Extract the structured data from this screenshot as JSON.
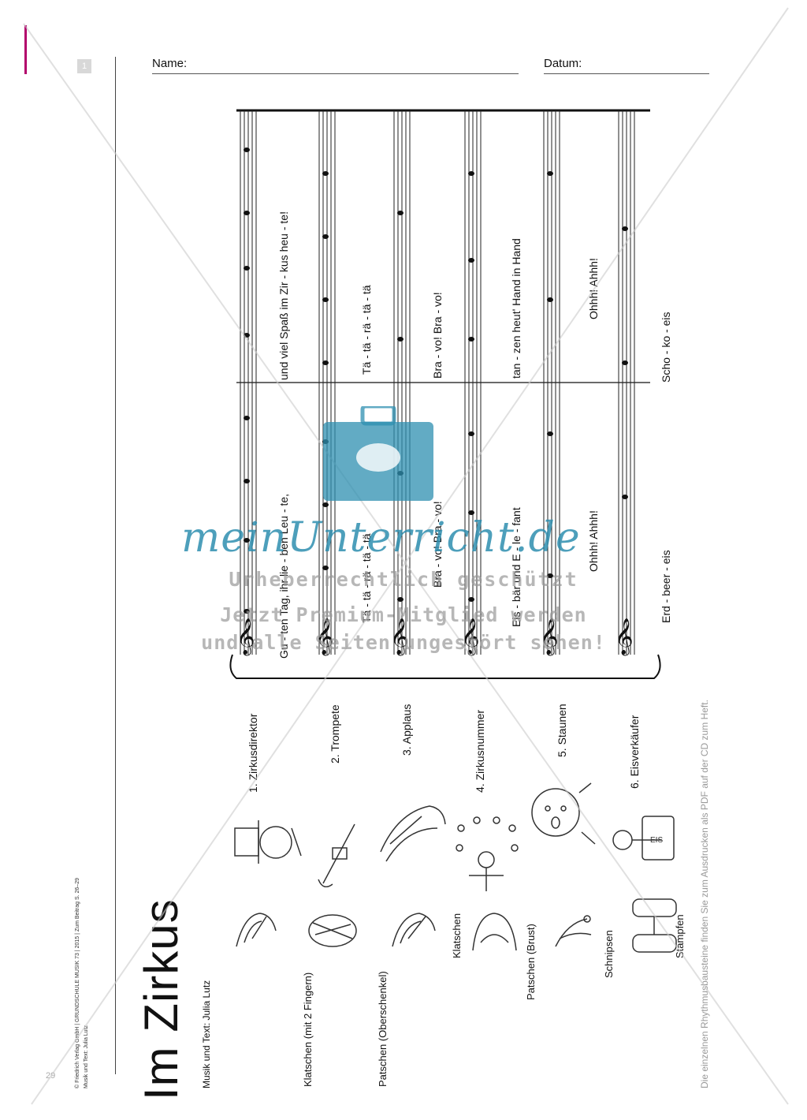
{
  "page": {
    "number_box": "1",
    "page_number": "29",
    "name_label": "Name:",
    "date_label": "Datum:",
    "credit": "© Friedrich Verlag GmbH | GRUNDSCHULE MUSIK 73 | 2015 | Zum Beitrag S. 26–29",
    "credit2": "Musik und Text: Julia Lutz",
    "title": "Im Zirkus",
    "subtitle": "Musik und Text: Julia Lutz",
    "side_note": "Die einzelnen Rhythmusbausteine finden Sie zum Ausdrucken als PDF auf der CD zum Heft."
  },
  "icons": [
    {
      "label": "Klatschen (mit 2 Fingern)",
      "icon": "two-finger-clap-icon"
    },
    {
      "label": "Patschen (Oberschenkel)",
      "icon": "thigh-pat-icon"
    },
    {
      "label": "Klatschen",
      "icon": "clap-icon"
    },
    {
      "label": "Patschen (Brust)",
      "icon": "chest-pat-icon"
    },
    {
      "label": "Schnipsen",
      "icon": "snap-icon"
    },
    {
      "label": "Stampfen",
      "icon": "stomp-icon"
    }
  ],
  "pictures": [
    "ringmaster-icon",
    "trumpet-icon",
    "applause-hands-icon",
    "juggler-icon",
    "astonished-child-icon",
    "ice-cream-seller-icon"
  ],
  "rows": [
    {
      "label": "1. Zirkusdirektor",
      "lyrics": [
        "Gu - ten Tag, ihr lie - ben Leu - te,",
        "und viel Spaß im Zir - kus heu - te!"
      ]
    },
    {
      "label": "2. Trompete",
      "lyrics": [
        "Tä - tä - rä - tä - tä",
        "Tä - tä - rä - tä - tä"
      ]
    },
    {
      "label": "3. Applaus",
      "lyrics": [
        "Bra - vo! Bra - vo!",
        "Bra - vo! Bra - vo!"
      ]
    },
    {
      "label": "4. Zirkusnummer",
      "lyrics": [
        "Eis - bär und E - le - fant",
        "tan - zen heut' Hand in Hand"
      ]
    },
    {
      "label": "5. Staunen",
      "lyrics": [
        "Ohhh! Ahhh!",
        "Ohhh! Ahhh!"
      ]
    },
    {
      "label": "6. Eisverkäufer",
      "lyrics": [
        "Erd - beer - eis",
        "Scho - ko - eis"
      ]
    }
  ],
  "watermark": {
    "logo": "meinUnterricht.de",
    "line1": "Urheberrechtlich geschützt",
    "line2": "Jetzt Premium-Mitglied werden",
    "line3": "und alle Seiten ungestört sehen!"
  },
  "colors": {
    "accent": "#b3006b",
    "watermark_blue": "#2e8fb0"
  }
}
